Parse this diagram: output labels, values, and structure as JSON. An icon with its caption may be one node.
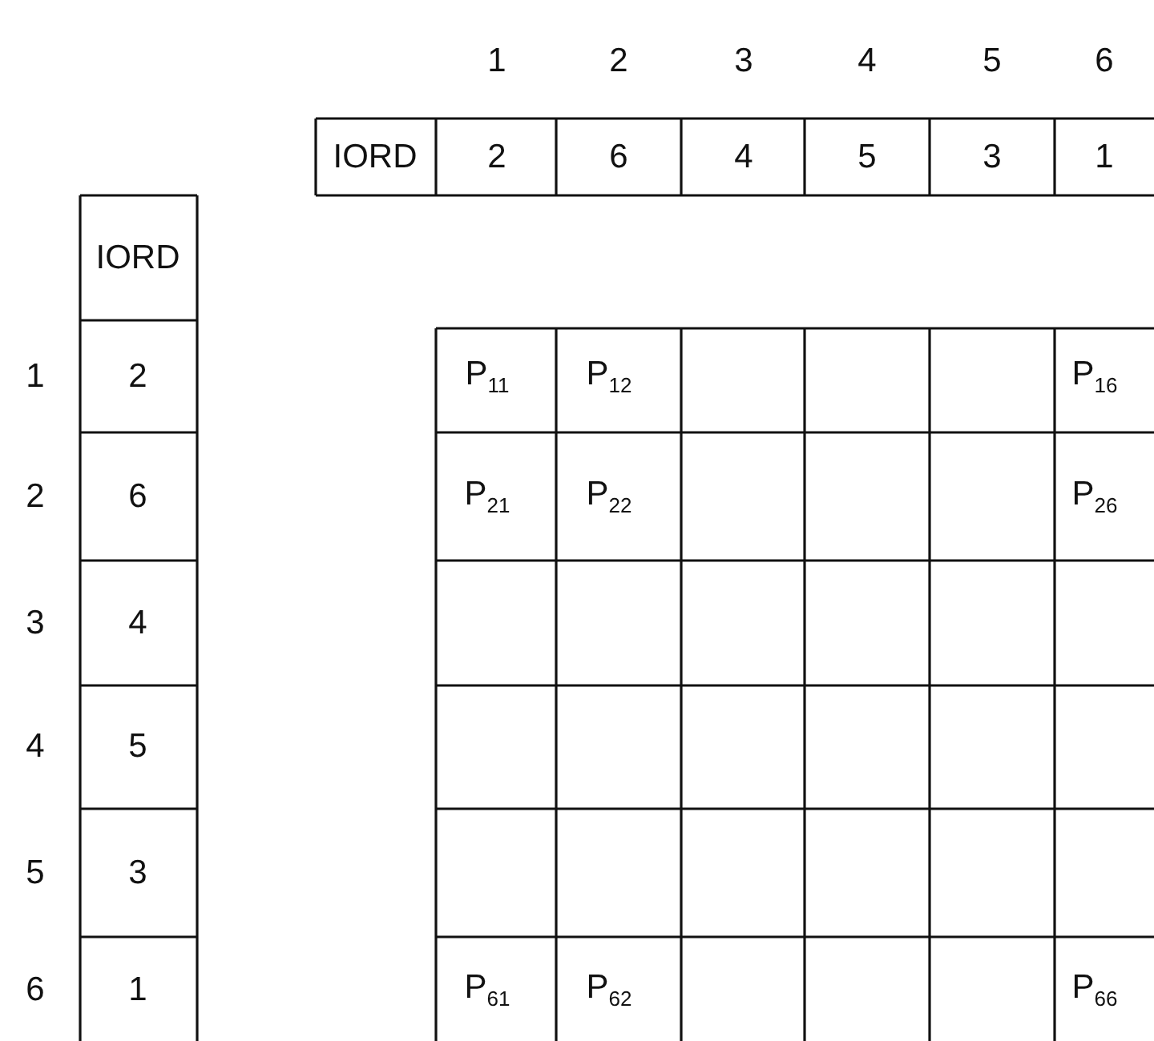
{
  "diagram": {
    "labels": [
      "1",
      "2",
      "3",
      "4",
      "5",
      "6",
      "IORD",
      "2",
      "6",
      "4",
      "5",
      "3",
      "1",
      "IORD",
      "1",
      "2",
      "P$_{11}$",
      "P$_{12}$",
      "P$_{16}$",
      "2",
      "6",
      "P$_{21}$",
      "P$_{22}$",
      "P$_{26}$",
      "3",
      "4",
      "4",
      "5",
      "5",
      "3",
      "6",
      "1",
      "P$_{61}$",
      "P$_{62}$",
      "P$_{66}$"
    ]
  }
}
